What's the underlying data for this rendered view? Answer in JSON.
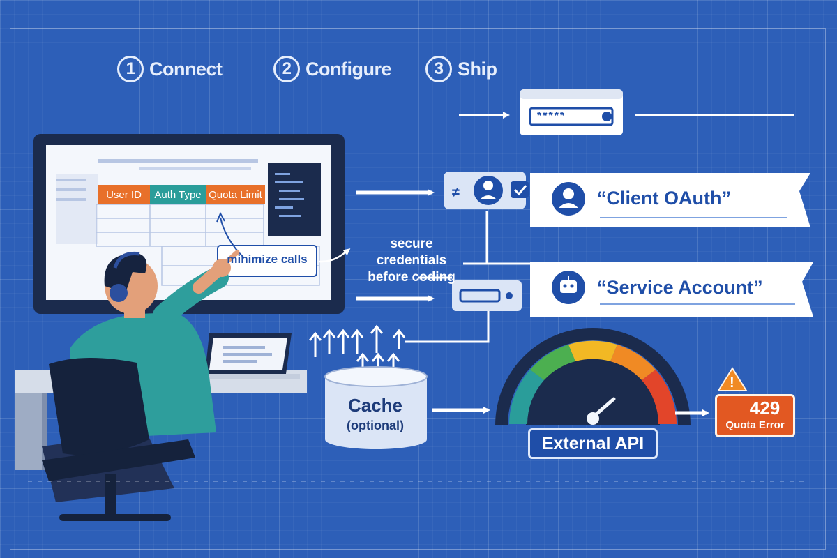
{
  "steps": [
    {
      "num": "1",
      "label": "Connect"
    },
    {
      "num": "2",
      "label": "Configure"
    },
    {
      "num": "3",
      "label": "Ship"
    }
  ],
  "password_field": {
    "masked_value": "*****"
  },
  "table_headers": [
    "User ID",
    "Auth Type",
    "Quota Limit"
  ],
  "annotations": {
    "minimize": "minimize calls",
    "secure_line1": "secure credentials",
    "secure_line2": "before coding"
  },
  "auth_options": [
    {
      "label": "“Client OAuth”",
      "icon": "user-icon"
    },
    {
      "label": "“Service Account”",
      "icon": "robot-icon"
    }
  ],
  "cache": {
    "title": "Cache",
    "subtitle": "(optional)"
  },
  "api": {
    "label": "External API"
  },
  "error": {
    "code": "429",
    "label": "Quota Error",
    "icon": "warning-icon"
  },
  "colors": {
    "background": "#2d5fb8",
    "accent_blue": "#1f4ea8",
    "header_orange": "#e8702a",
    "header_teal": "#2a9d9a",
    "error": "#e25822"
  }
}
